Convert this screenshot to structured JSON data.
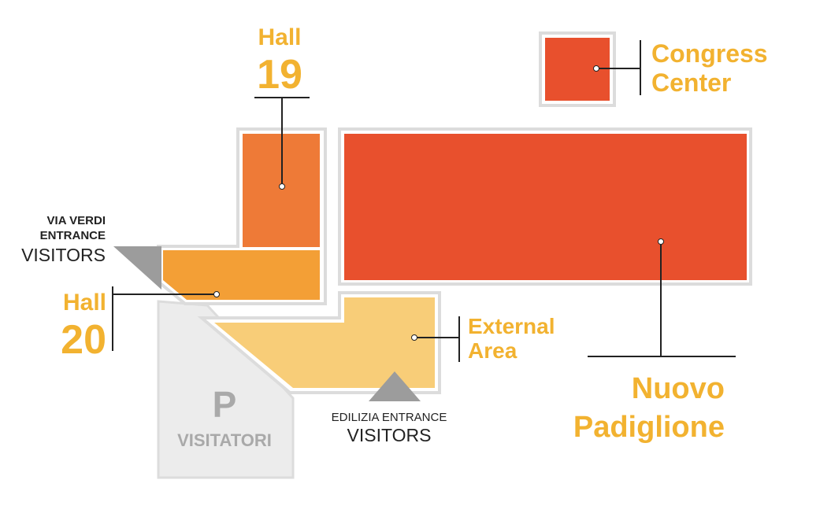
{
  "halls": {
    "hall19": {
      "word": "Hall",
      "number": "19",
      "color": "#ee7a37"
    },
    "hall20": {
      "word": "Hall",
      "number": "20",
      "color": "#f39f36"
    },
    "congress": {
      "line1": "Congress",
      "line2": "Center",
      "color": "#e8502d"
    },
    "nuovo": {
      "line1": "Nuovo",
      "line2": "Padiglione",
      "color": "#e8502d"
    },
    "external": {
      "line1": "External",
      "line2": "Area",
      "color": "#f8cd78"
    }
  },
  "entrances": {
    "via_verdi": {
      "line1": "VIA VERDI",
      "line2": "ENTRANCE",
      "line3": "VISITORS"
    },
    "edilizia": {
      "line1": "EDILIZIA ENTRANCE",
      "line2": "VISITORS"
    }
  },
  "parking": {
    "letter": "P",
    "label": "VISITATORI",
    "color": "#ececec"
  },
  "colors": {
    "label_accent": "#f2b230",
    "outline": "#dcdcdc",
    "leader_line": "#222222",
    "arrow": "#9c9c9c"
  }
}
